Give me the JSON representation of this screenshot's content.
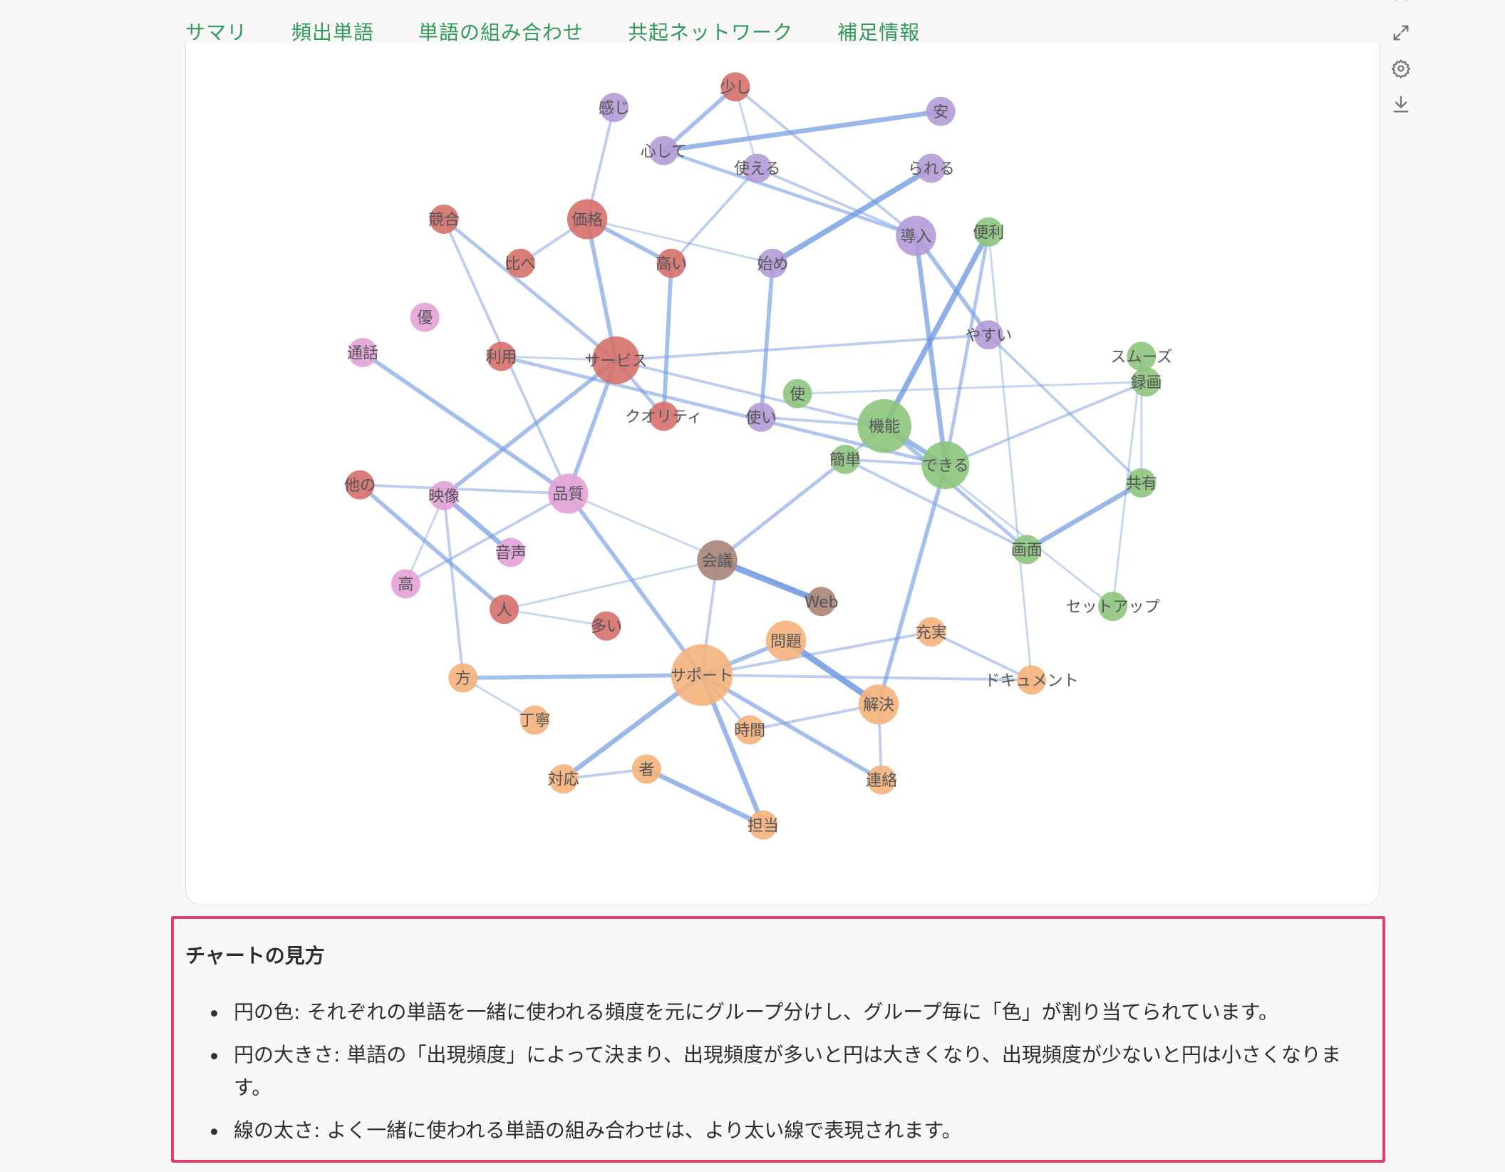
{
  "tabs": [
    "サマリ",
    "頻出単語",
    "単語の組み合わせ",
    "共起ネットワーク",
    "補足情報"
  ],
  "toolbar": {
    "icons": [
      "fit-width-icon",
      "expand-icon",
      "gear-icon",
      "download-icon"
    ]
  },
  "colors": {
    "tab_text": "#2f9a5c",
    "edge": "#6f98e0",
    "group_red": "#d6706c",
    "group_purple": "#b49bd6",
    "group_green": "#8dc47c",
    "group_orange": "#f5b27c",
    "group_pink": "#e3a2d6",
    "group_brown": "#a98578",
    "legend_border": "#e0406a"
  },
  "network": {
    "nodes": [
      {
        "label": "少し",
        "group": "red",
        "size": 1
      },
      {
        "label": "感じ",
        "group": "purple",
        "size": 1
      },
      {
        "label": "安",
        "group": "purple",
        "size": 1
      },
      {
        "label": "心して",
        "group": "purple",
        "size": 1
      },
      {
        "label": "使える",
        "group": "purple",
        "size": 1
      },
      {
        "label": "られる",
        "group": "purple",
        "size": 1
      },
      {
        "label": "価格",
        "group": "red",
        "size": 3
      },
      {
        "label": "競合",
        "group": "red",
        "size": 1
      },
      {
        "label": "導入",
        "group": "purple",
        "size": 3
      },
      {
        "label": "便利",
        "group": "green",
        "size": 1
      },
      {
        "label": "比べ",
        "group": "red",
        "size": 1
      },
      {
        "label": "高い",
        "group": "red",
        "size": 1
      },
      {
        "label": "始め",
        "group": "purple",
        "size": 1
      },
      {
        "label": "スムーズ",
        "group": "green",
        "size": 1
      },
      {
        "label": "優",
        "group": "pink",
        "size": 1
      },
      {
        "label": "機能",
        "group": "green",
        "size": 7
      },
      {
        "label": "サービス",
        "group": "red",
        "size": 5
      },
      {
        "label": "やすい",
        "group": "purple",
        "size": 1
      },
      {
        "label": "利用",
        "group": "red",
        "size": 1
      },
      {
        "label": "使い",
        "group": "purple",
        "size": 1
      },
      {
        "label": "使",
        "group": "green",
        "size": 1
      },
      {
        "label": "通話",
        "group": "pink",
        "size": 1
      },
      {
        "label": "録画",
        "group": "green",
        "size": 1
      },
      {
        "label": "クオリティ",
        "group": "red",
        "size": 1
      },
      {
        "label": "映像",
        "group": "pink",
        "size": 1
      },
      {
        "label": "品質",
        "group": "pink",
        "size": 3
      },
      {
        "label": "できる",
        "group": "green",
        "size": 5
      },
      {
        "label": "他の",
        "group": "red",
        "size": 1
      },
      {
        "label": "簡単",
        "group": "green",
        "size": 1
      },
      {
        "label": "共有",
        "group": "green",
        "size": 1
      },
      {
        "label": "音声",
        "group": "pink",
        "size": 1
      },
      {
        "label": "会議",
        "group": "brown",
        "size": 3
      },
      {
        "label": "Web",
        "group": "brown",
        "size": 1
      },
      {
        "label": "画面",
        "group": "green",
        "size": 1
      },
      {
        "label": "高",
        "group": "pink",
        "size": 1
      },
      {
        "label": "セットアップ",
        "group": "green",
        "size": 1
      },
      {
        "label": "人",
        "group": "red",
        "size": 1
      },
      {
        "label": "多い",
        "group": "red",
        "size": 1
      },
      {
        "label": "サポート",
        "group": "orange",
        "size": 10
      },
      {
        "label": "充実",
        "group": "orange",
        "size": 1
      },
      {
        "label": "問題",
        "group": "orange",
        "size": 3
      },
      {
        "label": "方",
        "group": "orange",
        "size": 1
      },
      {
        "label": "ドキュメント",
        "group": "orange",
        "size": 1
      },
      {
        "label": "解決",
        "group": "orange",
        "size": 3
      },
      {
        "label": "丁寧",
        "group": "orange",
        "size": 1
      },
      {
        "label": "時間",
        "group": "orange",
        "size": 1
      },
      {
        "label": "者",
        "group": "orange",
        "size": 1
      },
      {
        "label": "対応",
        "group": "orange",
        "size": 1
      },
      {
        "label": "連絡",
        "group": "orange",
        "size": 1
      },
      {
        "label": "担当",
        "group": "orange",
        "size": 1
      }
    ],
    "edges": [
      [
        "心して",
        "安",
        6
      ],
      [
        "少し",
        "心して",
        5
      ],
      [
        "感じ",
        "価格",
        3
      ],
      [
        "価格",
        "サービス",
        5
      ],
      [
        "価格",
        "高い",
        5
      ],
      [
        "比べ",
        "価格",
        3
      ],
      [
        "競合",
        "サービス",
        4
      ],
      [
        "競合",
        "品質",
        3
      ],
      [
        "サービス",
        "品質",
        5
      ],
      [
        "サービス",
        "映像",
        5
      ],
      [
        "サービス",
        "クオリティ",
        4
      ],
      [
        "サービス",
        "利用",
        2
      ],
      [
        "利用",
        "できる",
        4
      ],
      [
        "高い",
        "クオリティ",
        5
      ],
      [
        "始め",
        "使い",
        5
      ],
      [
        "始め",
        "られる",
        7
      ],
      [
        "機能",
        "便利",
        7
      ],
      [
        "機能",
        "できる",
        6
      ],
      [
        "機能",
        "使い",
        3
      ],
      [
        "導入",
        "できる",
        6
      ],
      [
        "導入",
        "やすい",
        5
      ],
      [
        "便利",
        "できる",
        4
      ],
      [
        "導入",
        "少し",
        3
      ],
      [
        "心して",
        "導入",
        4
      ],
      [
        "通話",
        "品質",
        5
      ],
      [
        "映像",
        "音声",
        6
      ],
      [
        "他の",
        "人",
        5
      ],
      [
        "他の",
        "品質",
        3
      ],
      [
        "映像",
        "方",
        3
      ],
      [
        "品質",
        "サポート",
        5
      ],
      [
        "品質",
        "高",
        3
      ],
      [
        "会議",
        "Web",
        8
      ],
      [
        "会議",
        "簡単",
        4
      ],
      [
        "簡単",
        "機能",
        3
      ],
      [
        "できる",
        "簡単",
        3
      ],
      [
        "できる",
        "解決",
        5
      ],
      [
        "できる",
        "録画",
        3
      ],
      [
        "画面",
        "共有",
        6
      ],
      [
        "画面",
        "機能",
        4
      ],
      [
        "共有",
        "やすい",
        3
      ],
      [
        "セットアップ",
        "スムーズ",
        2
      ],
      [
        "ドキュメント",
        "充実",
        3
      ],
      [
        "サポート",
        "問題",
        5
      ],
      [
        "サポート",
        "方",
        5
      ],
      [
        "サポート",
        "対応",
        6
      ],
      [
        "サポート",
        "担当",
        6
      ],
      [
        "サポート",
        "連絡",
        5
      ],
      [
        "サポート",
        "充実",
        3
      ],
      [
        "サポート",
        "時間",
        3
      ],
      [
        "問題",
        "解決",
        8
      ],
      [
        "者",
        "担当",
        6
      ],
      [
        "解決",
        "時間",
        3
      ],
      [
        "解決",
        "連絡",
        3
      ],
      [
        "丁寧",
        "方",
        2
      ],
      [
        "対応",
        "者",
        3
      ],
      [
        "多い",
        "人",
        2
      ],
      [
        "サポート",
        "ドキュメント",
        3
      ],
      [
        "サービス",
        "機能",
        3
      ],
      [
        "高い",
        "使える",
        3
      ],
      [
        "少し",
        "使える",
        2
      ],
      [
        "使える",
        "導入",
        3
      ],
      [
        "機能",
        "セットアップ",
        2
      ],
      [
        "便利",
        "ドキュメント",
        2
      ],
      [
        "品質",
        "Web",
        2
      ],
      [
        "会議",
        "サポート",
        3
      ],
      [
        "映像",
        "高",
        2
      ],
      [
        "人",
        "会議",
        2
      ],
      [
        "簡単",
        "画面",
        3
      ],
      [
        "スムーズ",
        "共有",
        2
      ],
      [
        "使",
        "録画",
        2
      ],
      [
        "サービス",
        "やすい",
        3
      ],
      [
        "価格",
        "始め",
        2
      ]
    ]
  },
  "legend": {
    "title": "チャートの見方",
    "items": [
      "円の色: それぞれの単語を一緒に使われる頻度を元にグループ分けし、グループ毎に「色」が割り当てられています。",
      "円の大きさ: 単語の「出現頻度」によって決まり、出現頻度が多いと円は大きくなり、出現頻度が少ないと円は小さくなります。",
      "線の太さ: よく一緒に使われる単語の組み合わせは、より太い線で表現されます。"
    ]
  }
}
